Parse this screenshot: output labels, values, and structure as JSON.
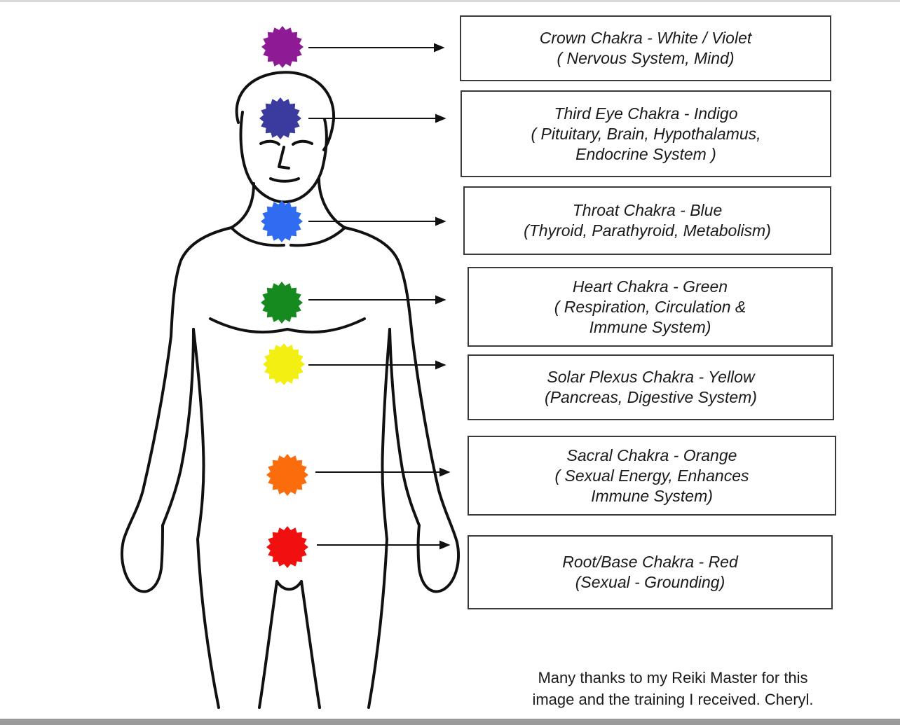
{
  "chakras": [
    {
      "name": "crown",
      "title": "Crown Chakra - White / Violet",
      "lines": [
        "( Nervous System, Mind)"
      ],
      "color": "#8e1a96"
    },
    {
      "name": "third-eye",
      "title": "Third Eye Chakra -  Indigo",
      "lines": [
        "( Pituitary, Brain, Hypothalamus,",
        "Endocrine System )"
      ],
      "color": "#3b3a9e"
    },
    {
      "name": "throat",
      "title": "Throat Chakra - Blue",
      "lines": [
        "(Thyroid, Parathyroid, Metabolism)"
      ],
      "color": "#2f6cf2"
    },
    {
      "name": "heart",
      "title": "Heart Chakra -  Green",
      "lines": [
        "( Respiration, Circulation &",
        "Immune System)"
      ],
      "color": "#168a1f"
    },
    {
      "name": "solar-plexus",
      "title": "Solar Plexus Chakra - Yellow",
      "lines": [
        "(Pancreas, Digestive System)"
      ],
      "color": "#f4ef12"
    },
    {
      "name": "sacral",
      "title": "Sacral Chakra - Orange",
      "lines": [
        "( Sexual Energy, Enhances",
        "Immune System)"
      ],
      "color": "#fb6c0c"
    },
    {
      "name": "root",
      "title": "Root/Base Chakra - Red",
      "lines": [
        "(Sexual - Grounding)"
      ],
      "color": "#f01010"
    }
  ],
  "credit": {
    "line1": "Many thanks to my Reiki Master for this",
    "line2": "image and the training I received.   Cheryl."
  }
}
